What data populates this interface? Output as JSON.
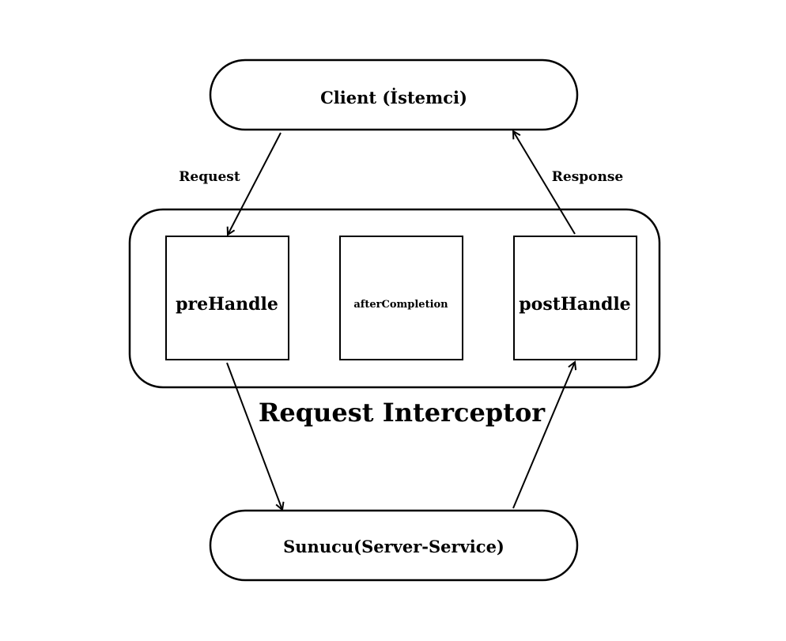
{
  "nodes": {
    "client": "Client (İstemci)",
    "server": "Sunucu(Server-Service)",
    "interceptor_title": "Request Interceptor",
    "pre_handle": "preHandle",
    "after_completion": "afterCompletion",
    "post_handle": "postHandle"
  },
  "edges": {
    "request": "Request",
    "response": "Response"
  },
  "colors": {
    "stroke": "#000000",
    "fill": "#ffffff"
  }
}
